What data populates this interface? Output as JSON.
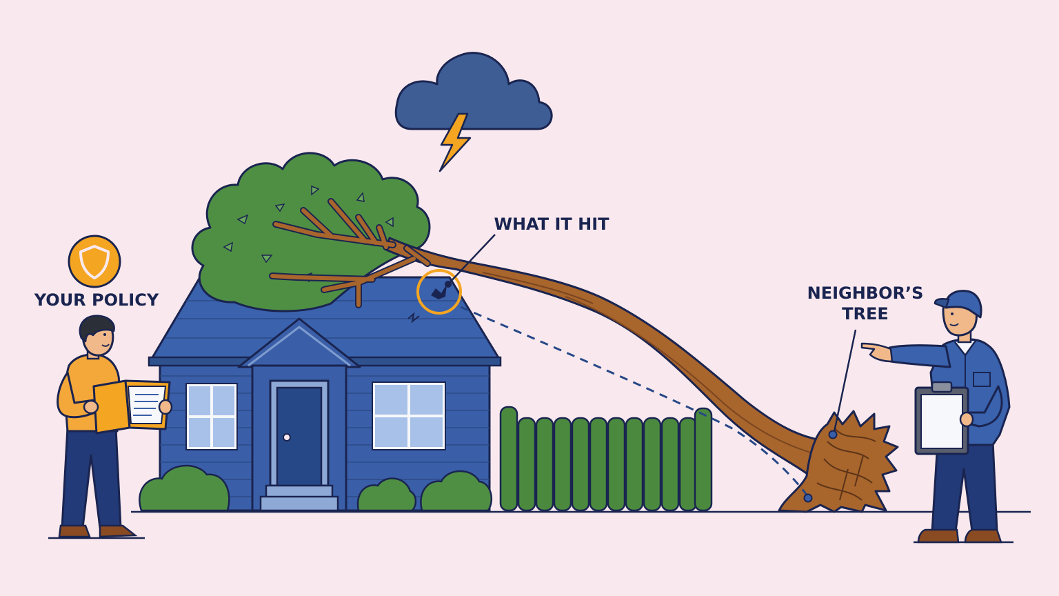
{
  "labels": {
    "policy": "YOUR POLICY",
    "hit": "WHAT IT HIT",
    "tree_line1": "NEIGHBOR’S",
    "tree_line2": "TREE"
  },
  "icons": {
    "policy_badge": "shield-icon",
    "storm": "storm-cloud-icon",
    "impact": "impact-circle-icon"
  },
  "colors": {
    "background": "#f9e9ee",
    "house": "#3a5fa8",
    "roof": "#3b62ad",
    "outline": "#1a2450",
    "tree_leaves": "#4f8f44",
    "fence": "#4b8a3e",
    "trunk": "#a8652c",
    "accent": "#f4a521",
    "cloud": "#3d5d94",
    "worker_uniform": "#3a62ad",
    "homeowner_shirt": "#f4a83a"
  }
}
